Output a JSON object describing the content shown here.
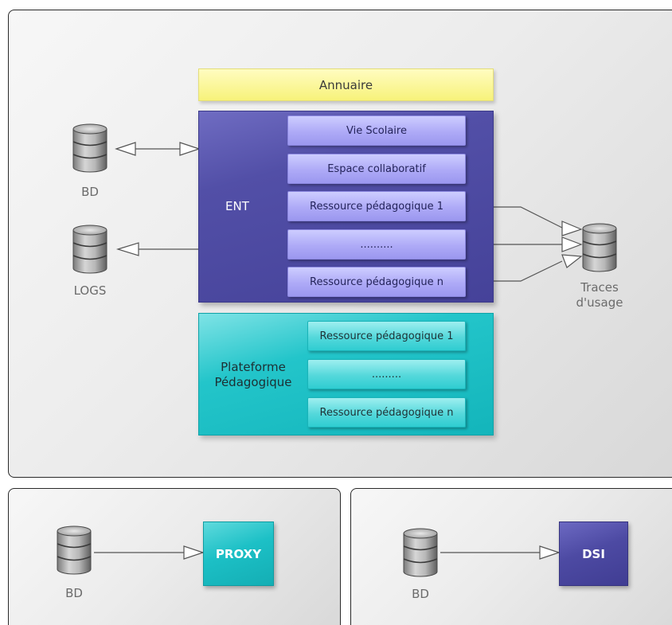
{
  "colors": {
    "annuaire": "#f7f27a",
    "ent": "#4c49a1",
    "ent_module": "#aeaaf7",
    "plateforme": "#1fc3c8",
    "plateforme_module": "#54d8db",
    "panel": "#e6e6e6"
  },
  "annuaire": {
    "label": "Annuaire"
  },
  "ent": {
    "label": "ENT",
    "modules": [
      "Vie Scolaire",
      "Espace collaboratif",
      "Ressource pédagogique 1",
      "..........",
      "Ressource pédagogique n"
    ]
  },
  "plateforme": {
    "label_line1": "Plateforme",
    "label_line2": "Pédagogique",
    "modules": [
      "Ressource pédagogique 1",
      ".........",
      "Ressource pédagogique n"
    ]
  },
  "databases": {
    "bd_main": "BD",
    "logs": "LOGS",
    "traces_line1": "Traces",
    "traces_line2": "d'usage",
    "bd_proxy": "BD",
    "bd_dsi": "BD"
  },
  "proxy": {
    "label": "PROXY"
  },
  "dsi": {
    "label": "DSI"
  },
  "icons": {
    "database": "database-icon"
  }
}
